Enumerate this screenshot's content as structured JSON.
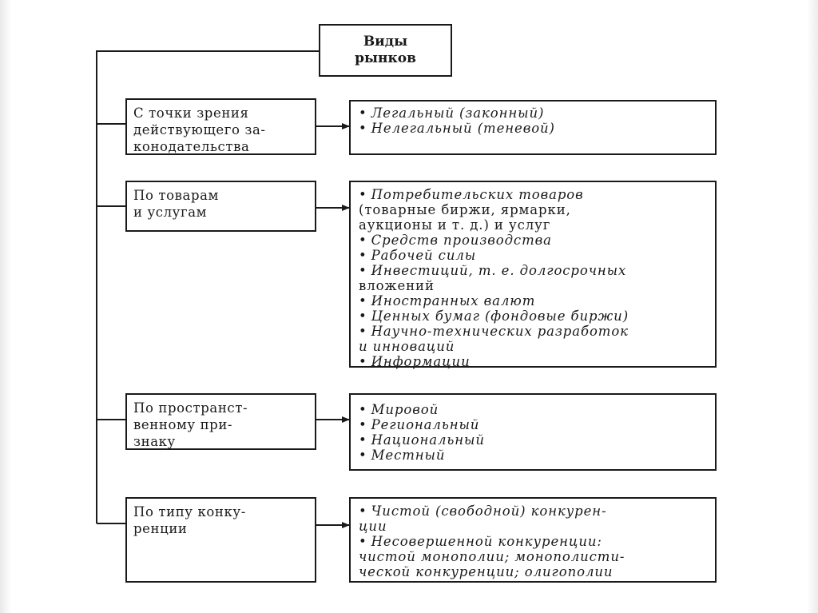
{
  "title": [
    "Виды",
    "рынков"
  ],
  "categories": [
    {
      "label_lines": [
        "С точки зрения",
        "действующего за-",
        "конодательства"
      ],
      "items": [
        {
          "lines": [
            "Легальный (законный)"
          ]
        },
        {
          "lines": [
            "Нелегальный (теневой)"
          ]
        }
      ]
    },
    {
      "label_lines": [
        "По товарам",
        "и услугам"
      ],
      "items": [
        {
          "lines": [
            "Потребительских товаров",
            "(товарные биржи, ярмарки,",
            "аукционы и т. д.) и услуг"
          ]
        },
        {
          "lines": [
            "Средств производства"
          ]
        },
        {
          "lines": [
            "Рабочей силы"
          ]
        },
        {
          "lines": [
            "Инвестиций, т. е. долгосрочных",
            "вложений"
          ]
        },
        {
          "lines": [
            "Иностранных валют"
          ]
        },
        {
          "lines": [
            "Ценных бумаг (фондовые биржи)"
          ]
        },
        {
          "lines": [
            "Научно-технических разработок",
            "и инноваций"
          ]
        },
        {
          "lines": [
            "Информации"
          ]
        }
      ]
    },
    {
      "label_lines": [
        "По пространст-",
        "венному при-",
        "знаку"
      ],
      "items": [
        {
          "lines": [
            "Мировой"
          ]
        },
        {
          "lines": [
            "Региональный"
          ]
        },
        {
          "lines": [
            "Национальный"
          ]
        },
        {
          "lines": [
            "Местный"
          ]
        }
      ]
    },
    {
      "label_lines": [
        "По типу конку-",
        "ренции"
      ],
      "items": [
        {
          "lines": [
            "Чистой (свободной) конкурен-",
            "ции"
          ]
        },
        {
          "lines": [
            "Несовершенной конкуренции:",
            "чистой монополии; монополисти-",
            "ческой конкуренции; олигополии"
          ]
        }
      ]
    }
  ]
}
